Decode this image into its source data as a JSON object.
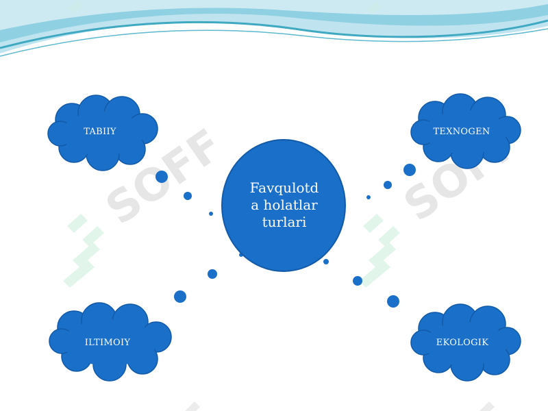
{
  "diagram": {
    "center": {
      "lines": [
        "Favqulotd",
        "a holatlar",
        "turlari"
      ]
    },
    "clouds": [
      {
        "id": "tabiiy",
        "label": "TABIIY"
      },
      {
        "id": "texnogen",
        "label": "TEXNOGEN"
      },
      {
        "id": "iltimoiy",
        "label": "ILTIMOIY"
      },
      {
        "id": "ekologik",
        "label": "EKOLOGIK"
      }
    ]
  },
  "watermark": {
    "text": "SOFF"
  },
  "colors": {
    "node_blue": "#1a6fc9",
    "node_border": "#125aa8",
    "wave_teal": "#3fa9c2",
    "wave_light": "#bfe4ef",
    "watermark_gray": "#d6d6d6",
    "watermark_green": "#cfeedd"
  }
}
